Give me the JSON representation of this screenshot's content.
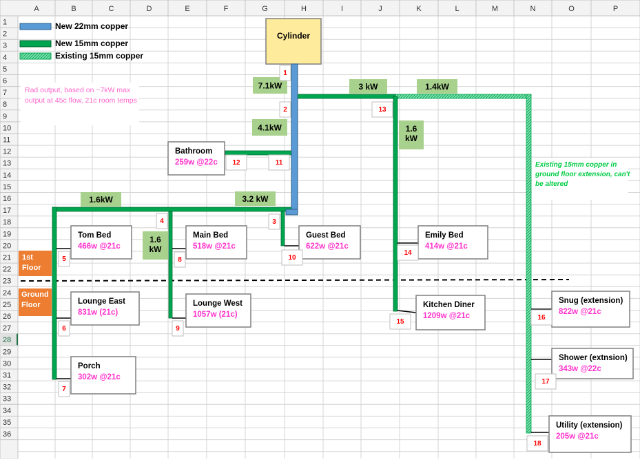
{
  "columns": [
    "A",
    "B",
    "C",
    "D",
    "E",
    "F",
    "G",
    "H",
    "I",
    "J",
    "K",
    "L",
    "M",
    "N",
    "O",
    "P"
  ],
  "rows": [
    "1",
    "2",
    "3",
    "4",
    "5",
    "6",
    "7",
    "8",
    "9",
    "10",
    "11",
    "12",
    "13",
    "14",
    "15",
    "16",
    "17",
    "18",
    "19",
    "20",
    "21",
    "22",
    "23",
    "24",
    "25",
    "26",
    "27",
    "28",
    "29",
    "30",
    "31",
    "32",
    "33",
    "34",
    "35",
    "36"
  ],
  "selected_row": "28",
  "legend": [
    {
      "label": "New 22mm copper",
      "style": "blue"
    },
    {
      "label": "New 15mm copper",
      "style": "green"
    },
    {
      "label": "Existing 15mm copper",
      "style": "hatch"
    }
  ],
  "cylinder": {
    "label": "Cylinder"
  },
  "note_rad": "Rad output, based on ~7kW max output at 45c flow, 21c room temps",
  "note_existing": "Existing 15mm copper in ground floor extension, can't be altered",
  "floors": {
    "first": "1st Floor",
    "ground": "Ground Floor"
  },
  "loads": [
    {
      "id": "load-7-1kw",
      "text": "7.1kW"
    },
    {
      "id": "load-4-1kw",
      "text": "4.1kW"
    },
    {
      "id": "load-3kw",
      "text": "3 kW"
    },
    {
      "id": "load-1-4kw",
      "text": "1.4kW"
    },
    {
      "id": "load-1-6kw-right",
      "text": "1.6 kW"
    },
    {
      "id": "load-1-6kw-left",
      "text": "1.6kW"
    },
    {
      "id": "load-3-2kw",
      "text": "3.2 kW"
    },
    {
      "id": "load-1-6kw-mid",
      "text": "1.6 kW"
    }
  ],
  "rooms": [
    {
      "id": "bathroom",
      "name": "Bathroom",
      "output": "259w @22c"
    },
    {
      "id": "tom-bed",
      "name": "Tom Bed",
      "output": "466w @21c"
    },
    {
      "id": "main-bed",
      "name": "Main Bed",
      "output": "518w @21c"
    },
    {
      "id": "guest-bed",
      "name": "Guest Bed",
      "output": "622w @21c"
    },
    {
      "id": "emily-bed",
      "name": "Emily Bed",
      "output": "414w @21c"
    },
    {
      "id": "lounge-east",
      "name": "Lounge East",
      "output": "831w (21c)"
    },
    {
      "id": "lounge-west",
      "name": "Lounge West",
      "output": "1057w (21c)"
    },
    {
      "id": "kitchen-diner",
      "name": "Kitchen Diner",
      "output": "1209w @21c"
    },
    {
      "id": "porch",
      "name": "Porch",
      "output": "302w @21c"
    },
    {
      "id": "snug",
      "name": "Snug (extension)",
      "output": "822w @21c"
    },
    {
      "id": "shower",
      "name": "Shower (extnsion)",
      "output": "343w @22c"
    },
    {
      "id": "utility",
      "name": "Utility  (extension)",
      "output": "205w @21c"
    }
  ],
  "markers": [
    "1",
    "2",
    "3",
    "4",
    "5",
    "6",
    "7",
    "8",
    "9",
    "10",
    "11",
    "12",
    "13",
    "14",
    "15",
    "16",
    "17",
    "18"
  ],
  "colors": {
    "pipe_22mm": "#5b9bd5",
    "pipe_15mm": "#00a550",
    "existing": "#7fe0b0",
    "load_box": "#a9d18e",
    "cylinder_fill": "#ffeb9c",
    "floor_label": "#ed7d31",
    "output_text": "#ff33cc",
    "note_text": "#ff66cc",
    "existing_note_text": "#00cc44",
    "marker_text": "#ff0000"
  }
}
